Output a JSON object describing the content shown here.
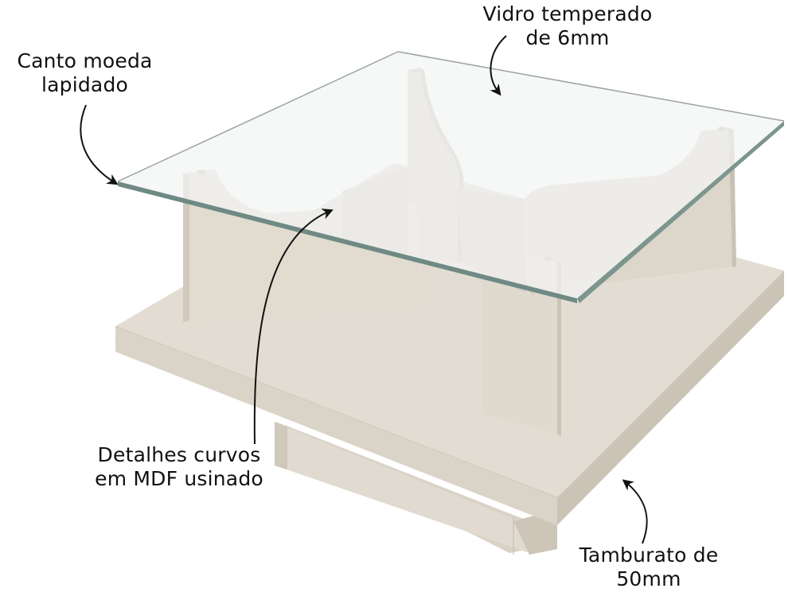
{
  "product": {
    "type": "coffee-table",
    "colors": {
      "background": "#ffffff",
      "mdf_light": "#e3ddd3",
      "mdf_mid": "#d9d2c6",
      "mdf_dark": "#c9c1b4",
      "glass_fill": "#f2f3f3",
      "glass_edge": "#6f8a84",
      "glass_outline": "#9aa3a1",
      "text": "#111111",
      "arrow": "#111111"
    }
  },
  "callouts": [
    {
      "id": "canto",
      "lines": [
        "Canto moeda",
        "lapidado"
      ]
    },
    {
      "id": "vidro",
      "lines": [
        "Vidro temperado",
        "de 6mm"
      ]
    },
    {
      "id": "detalhes",
      "lines": [
        "Detalhes curvos",
        "em MDF usinado"
      ]
    },
    {
      "id": "tamburato",
      "lines": [
        "Tamburato de",
        "50mm"
      ]
    }
  ]
}
